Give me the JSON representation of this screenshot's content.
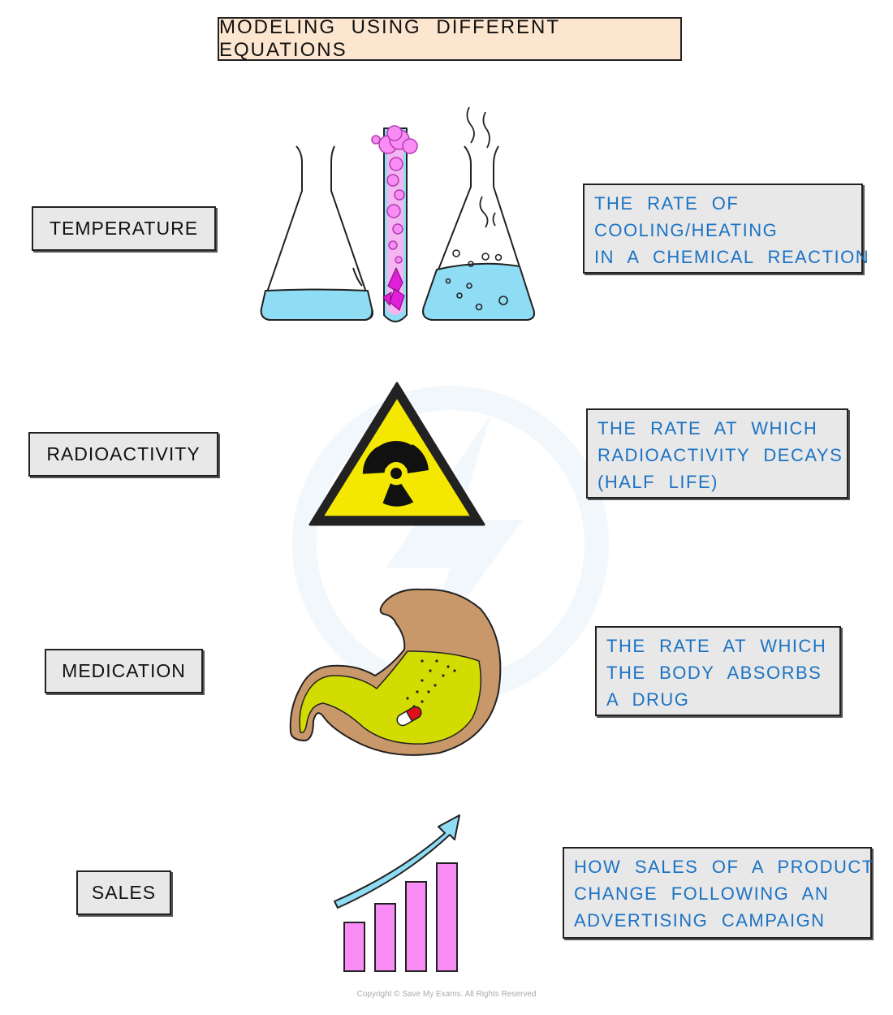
{
  "title": "MODELING USING DIFFERENT EQUATIONS",
  "rows": [
    {
      "label": "TEMPERATURE",
      "description": [
        "THE RATE OF",
        "COOLING/HEATING",
        "IN A CHEMICAL REACTION"
      ],
      "icon": "chemistry-flasks-icon"
    },
    {
      "label": "RADIOACTIVITY",
      "description": [
        "THE RATE AT WHICH",
        "RADIOACTIVITY DECAYS",
        "(HALF LIFE)"
      ],
      "icon": "radiation-hazard-icon"
    },
    {
      "label": "MEDICATION",
      "description": [
        "THE RATE AT WHICH",
        "THE BODY ABSORBS",
        "A DRUG"
      ],
      "icon": "stomach-pill-icon"
    },
    {
      "label": "SALES",
      "description": [
        "HOW SALES OF A PRODUCT",
        "CHANGE FOLLOWING AN",
        "ADVERTISING CAMPAIGN"
      ],
      "icon": "sales-growth-chart-icon"
    }
  ],
  "copyright": "Copyright © Save My Exams. All Rights Reserved",
  "colors": {
    "title_bg": "#fde6cf",
    "box_bg": "#e8e8e8",
    "desc_text": "#1c73c4",
    "liquid": "#8fdcf5",
    "pink": "#f98cf5",
    "hazard_yellow": "#f5e800",
    "stomach_tan": "#c9986a",
    "stomach_green": "#d3dc00"
  }
}
